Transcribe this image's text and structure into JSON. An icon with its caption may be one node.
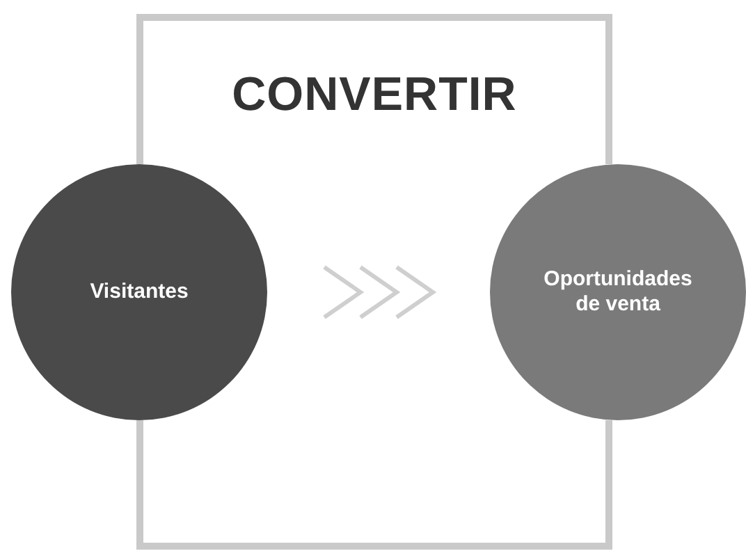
{
  "diagram": {
    "nodes": [
      {
        "text": [
          "CONVERTIR"
        ]
      },
      {
        "text": [
          "Visitantes"
        ]
      },
      {
        "text": [
          "Oportunidades de venta"
        ]
      }
    ],
    "edges": [
      {
        "from": 1,
        "to": 2,
        "arrow": "to"
      }
    ]
  }
}
